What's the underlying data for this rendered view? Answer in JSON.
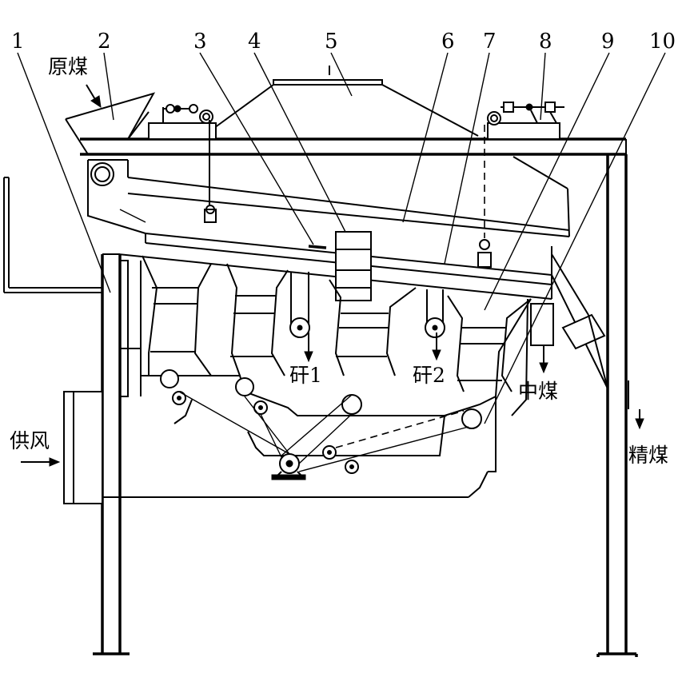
{
  "part_numbers": [
    "1",
    "2",
    "3",
    "4",
    "5",
    "6",
    "7",
    "8",
    "9",
    "10"
  ],
  "labels": {
    "raw_coal": "原煤",
    "gangue_1": "矸1",
    "gangue_2": "矸2",
    "middling": "中煤",
    "clean_coal": "精煤",
    "air_supply": "供风"
  }
}
